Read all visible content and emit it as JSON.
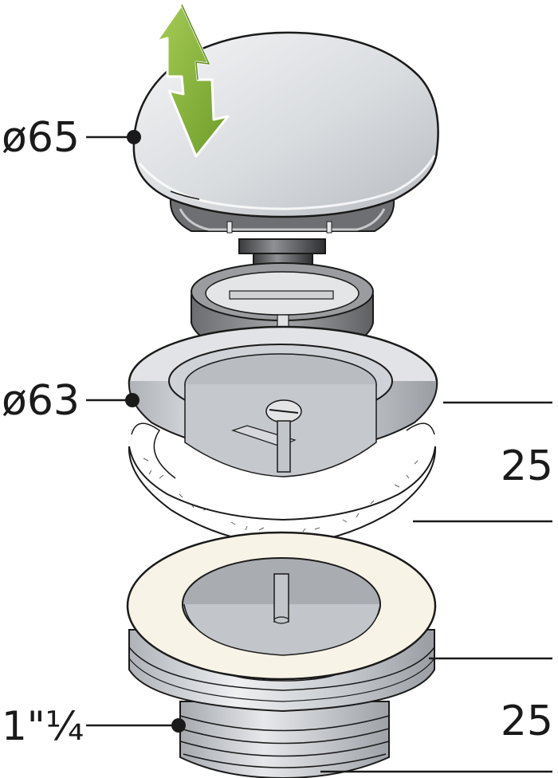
{
  "labels": {
    "cap_diameter": "ø65",
    "body_diameter": "ø63",
    "thread_size": "1\"¼"
  },
  "dimensions": {
    "upper_height": "25",
    "lower_height": "25"
  },
  "colors": {
    "arrow_green": "#8DB63C",
    "arrow_green_dark": "#5E8A1E",
    "chrome_light": "#E9EBEE",
    "chrome_mid": "#C9CDD2",
    "chrome_dark": "#8C9096",
    "gasket_white": "#FFFFFF",
    "nut_ivory": "#F7F3E6",
    "ring_grey": "#8E8F91",
    "outline": "#1A1A1A"
  },
  "icons": [
    "up-down-arrow-icon"
  ]
}
